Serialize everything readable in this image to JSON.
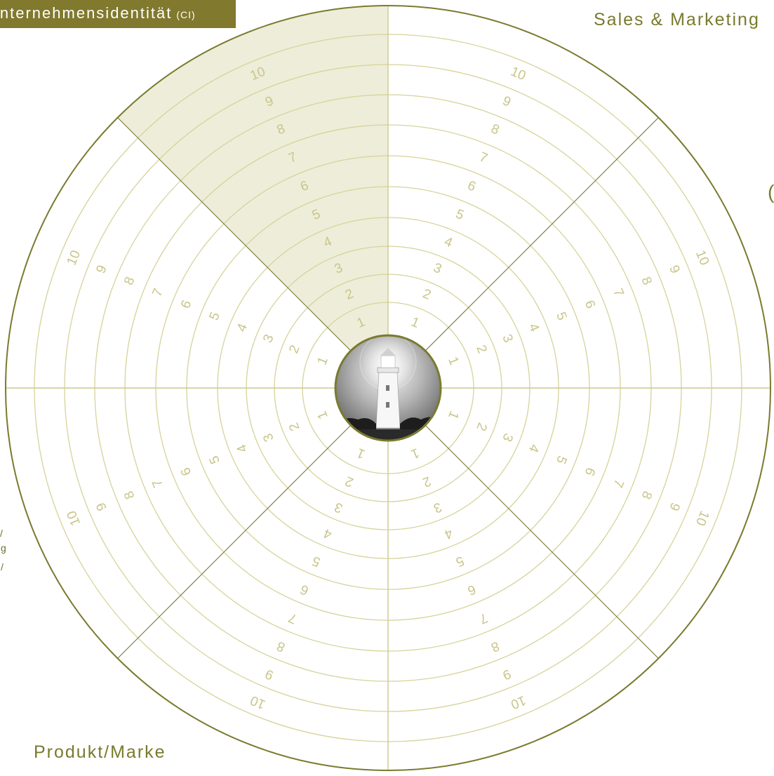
{
  "banner": {
    "title": "Unternehmensidentität",
    "abbr": "(CI)"
  },
  "labels": {
    "sales_marketing": "Sales & Marketing",
    "produkt_marke": "Produkt/Marke",
    "right_fragment": "(",
    "left_fragment_1": "/",
    "left_fragment_2": "g",
    "left_fragment_3": "/"
  },
  "wheel": {
    "levels": [
      1,
      2,
      3,
      4,
      5,
      6,
      7,
      8,
      9,
      10
    ],
    "sectors": 8,
    "highlighted_sector": "top-left",
    "center_icon": "lighthouse-icon"
  },
  "colors": {
    "accent": "#80792e",
    "ring": "#d6d39a",
    "highlight": "#eeedd9",
    "number": "#c9c58a"
  }
}
